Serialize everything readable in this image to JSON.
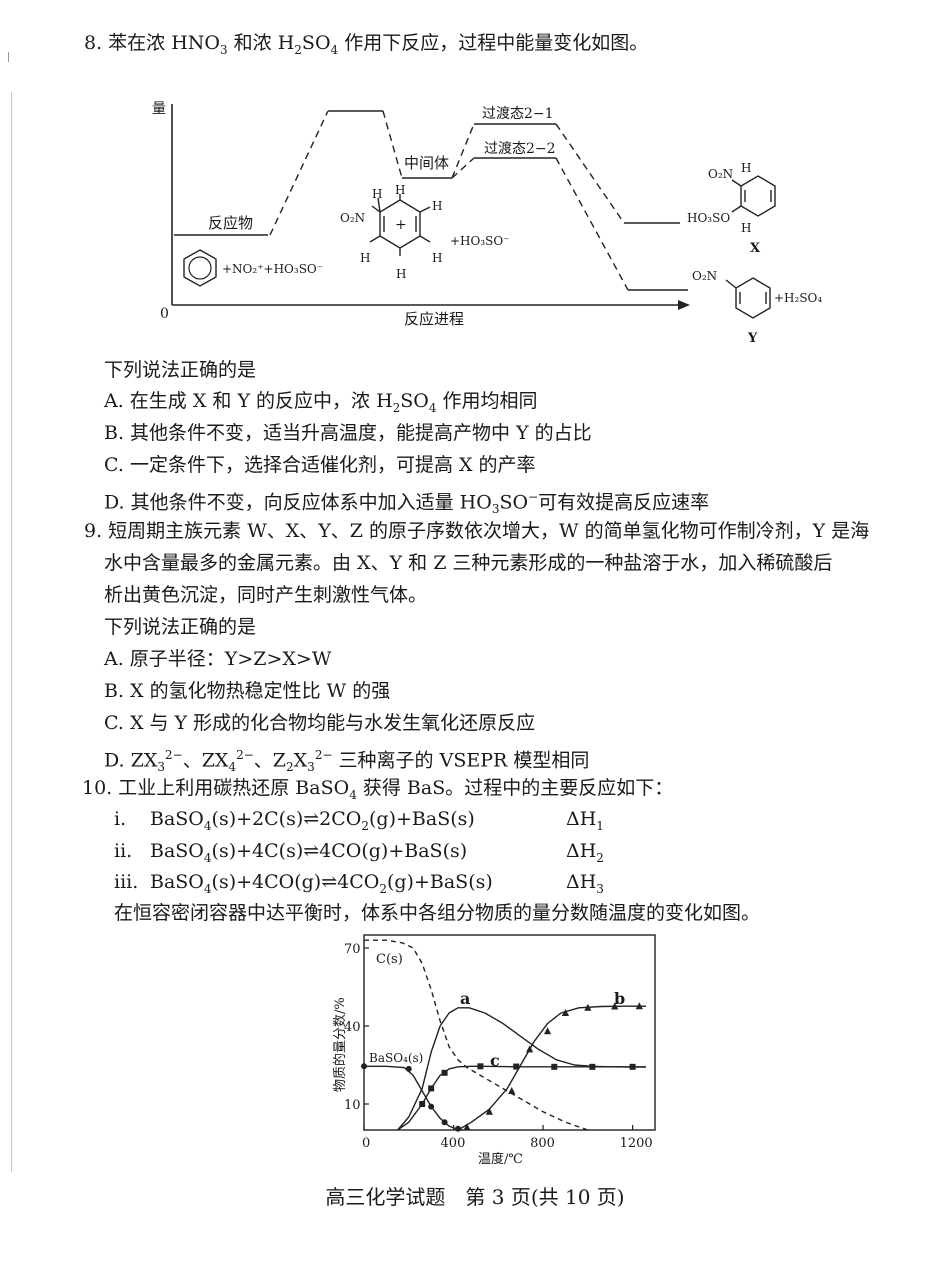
{
  "q8": {
    "stem_pre": "8. 苯在浓 HNO",
    "stem_sub1": "3",
    "stem_mid": " 和浓 H",
    "stem_sub2": "2",
    "stem_mid2": "SO",
    "stem_sub3": "4",
    "stem_post": " 作用下反应，过程中能量变化如图。",
    "diagram": {
      "ylabel": "量",
      "origin": "0",
      "xlabel": "反应进程",
      "reactant_label": "反应物",
      "reactant_formula": "+NO₂⁺+HO₃SO⁻",
      "intermediate_label": "中间体",
      "ts1_label": "过渡态2−1",
      "ts2_label": "过渡态2−2",
      "sigma_complex_extra": "+HO₃SO⁻",
      "plus_sign": "+",
      "h": "H",
      "o2n": "O₂N",
      "ho3so": "HO₃SO",
      "x_label": "X",
      "y_label": "Y",
      "h2so4": "+H₂SO₄"
    },
    "prompt": "下列说法正确的是",
    "optA_pre": "A. 在生成 X 和 Y 的反应中，浓 H",
    "optA_sub1": "2",
    "optA_mid": "SO",
    "optA_sub2": "4",
    "optA_post": " 作用均相同",
    "optB": "B. 其他条件不变，适当升高温度，能提高产物中 Y 的占比",
    "optC": "C. 一定条件下，选择合适催化剂，可提高 X 的产率",
    "optD_pre": "D. 其他条件不变，向反应体系中加入适量 HO",
    "optD_sub": "3",
    "optD_mid": "SO",
    "optD_sup": "−",
    "optD_post": "可有效提高反应速率"
  },
  "q9": {
    "line1": "9. 短周期主族元素 W、X、Y、Z 的原子序数依次增大，W 的简单氢化物可作制冷剂，Y 是海",
    "line2": "水中含量最多的金属元素。由 X、Y 和 Z 三种元素形成的一种盐溶于水，加入稀硫酸后",
    "line3": "析出黄色沉淀，同时产生刺激性气体。",
    "prompt": "下列说法正确的是",
    "optA": "A. 原子半径：Y>Z>X>W",
    "optB": "B. X 的氢化物热稳定性比 W 的强",
    "optC": "C. X 与 Y 形成的化合物均能与水发生氧化还原反应",
    "optD_a": "D. ZX",
    "optD_a_sub": "3",
    "optD_a_sup": "2−",
    "optD_b": "、ZX",
    "optD_b_sub": "4",
    "optD_b_sup": "2−",
    "optD_c": "、Z",
    "optD_c_sub": "2",
    "optD_c_mid": "X",
    "optD_c_sub2": "3",
    "optD_c_sup": "2−",
    "optD_post": " 三种离子的 VSEPR 模型相同"
  },
  "q10": {
    "stem_pre": "10. 工业上利用碳热还原 BaSO",
    "stem_sub": "4",
    "stem_post": " 获得 BaS。过程中的主要反应如下：",
    "reactions": [
      {
        "num": "i.",
        "lhs": "BaSO",
        "lhs_sub": "4",
        "lhs2": "(s)+2C(s)",
        "arrow": "⇌",
        "rhs": "2CO",
        "rhs_sub": "2",
        "rhs2": "(g)+BaS(s)",
        "dh": "ΔH",
        "dh_sub": "1"
      },
      {
        "num": "ii.",
        "lhs": "BaSO",
        "lhs_sub": "4",
        "lhs2": "(s)+4C(s)",
        "arrow": "⇌",
        "rhs": "4CO(g)+BaS(s)",
        "rhs_sub": "",
        "rhs2": "",
        "dh": "ΔH",
        "dh_sub": "2"
      },
      {
        "num": "iii.",
        "lhs": "BaSO",
        "lhs_sub": "4",
        "lhs2": "(s)+4CO(g)",
        "arrow": "⇌",
        "rhs": "4CO",
        "rhs_sub": "2",
        "rhs2": "(g)+BaS(s)",
        "dh": "ΔH",
        "dh_sub": "3"
      }
    ],
    "chart_intro": "在恒容密闭容器中达平衡时，体系中各组分物质的量分数随温度的变化如图。"
  },
  "chart_data": {
    "type": "line",
    "xlabel": "温度/℃",
    "ylabel": "物质的量分数/%",
    "xlim": [
      0,
      1300
    ],
    "ylim": [
      0,
      75
    ],
    "xticks": [
      0,
      400,
      800,
      1200
    ],
    "yticks": [
      10,
      40,
      70
    ],
    "series": [
      {
        "name": "C(s)",
        "style": "dashed",
        "x": [
          0,
          100,
          170,
          220,
          260,
          300,
          340,
          380,
          420,
          460,
          520,
          600,
          700,
          800,
          900,
          1000
        ],
        "y": [
          73,
          73,
          72,
          70,
          64,
          54,
          42,
          32,
          27,
          24,
          21,
          17,
          12,
          7,
          3,
          0
        ]
      },
      {
        "name": "a",
        "style": "solid",
        "x": [
          150,
          200,
          260,
          300,
          340,
          380,
          420,
          470,
          540,
          620,
          700,
          780,
          860,
          940,
          1020,
          1100,
          1200,
          1260
        ],
        "y": [
          0,
          5,
          16,
          30,
          40,
          45,
          47,
          47,
          45,
          41,
          36,
          31,
          27,
          25,
          24.5,
          24.3,
          24.2,
          24.2
        ]
      },
      {
        "name": "b",
        "style": "solid",
        "x": [
          420,
          480,
          560,
          640,
          700,
          760,
          820,
          880,
          960,
          1060,
          1160,
          1260
        ],
        "y": [
          0,
          3,
          8,
          16,
          25,
          34,
          41,
          45,
          47,
          47.5,
          47.6,
          47.6
        ]
      },
      {
        "name": "c",
        "style": "solid",
        "x": [
          150,
          200,
          260,
          300,
          340,
          380,
          420,
          480,
          540,
          620,
          700,
          800,
          900,
          1000,
          1100,
          1200,
          1260
        ],
        "y": [
          0,
          3,
          10,
          16,
          21,
          23.5,
          24.3,
          24.5,
          24.5,
          24.4,
          24.3,
          24.3,
          24.3,
          24.3,
          24.3,
          24.3,
          24.3
        ]
      },
      {
        "name": "BaSO₄(s)",
        "style": "solid",
        "x": [
          0,
          100,
          180,
          220,
          260,
          300,
          340,
          380,
          420,
          440
        ],
        "y": [
          24.5,
          24.5,
          24,
          21,
          15,
          9,
          4.5,
          1.5,
          0.2,
          0
        ]
      }
    ],
    "markers": {
      "triangle": {
        "x": [
          460,
          560,
          660,
          740,
          820,
          900,
          1000,
          1120,
          1230
        ],
        "y": [
          1,
          7,
          15,
          31,
          38,
          45,
          47,
          47.5,
          47.6
        ]
      },
      "square": {
        "x": [
          260,
          300,
          360,
          520,
          680,
          850,
          1020,
          1200
        ],
        "y": [
          10,
          16,
          22,
          24.5,
          24.4,
          24.3,
          24.3,
          24.3
        ]
      },
      "circle": {
        "x": [
          0,
          200,
          300,
          360,
          420
        ],
        "y": [
          24.5,
          23.5,
          9,
          3,
          0.5
        ]
      }
    }
  },
  "footer": {
    "text": "高三化学试题　第 3 页(共 10 页)"
  }
}
